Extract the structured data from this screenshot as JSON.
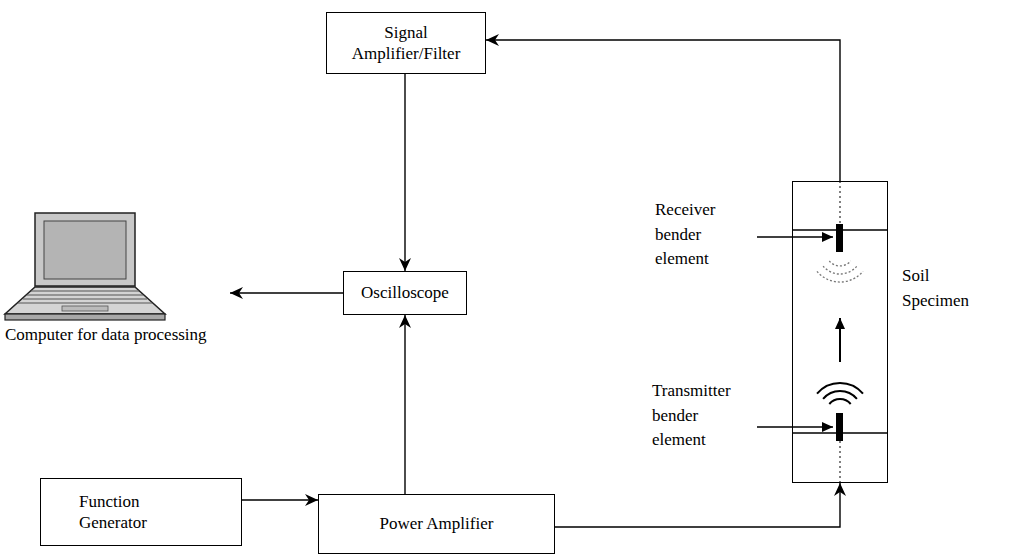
{
  "diagram": {
    "nodes": [
      {
        "text": [
          "Signal Amplifier/Filter"
        ]
      },
      {
        "text": [
          "Oscilloscope"
        ]
      },
      {
        "text": [
          "Computer for data processing"
        ]
      },
      {
        "text": [
          "Function Generator"
        ]
      },
      {
        "text": [
          "Power Amplifier"
        ]
      },
      {
        "text": [
          "Soil Specimen"
        ]
      }
    ],
    "edges": [
      {
        "from": 3,
        "to": 4,
        "arrow": "to"
      },
      {
        "from": 4,
        "to": 1,
        "arrow": "to"
      },
      {
        "from": 4,
        "to": 5,
        "arrow": "to"
      },
      {
        "from": 5,
        "to": 0,
        "arrow": "to"
      },
      {
        "from": 0,
        "to": 1,
        "arrow": "to"
      },
      {
        "from": 1,
        "to": 2,
        "arrow": "to"
      }
    ],
    "labels": [
      "Receiver bender element",
      "Transmitter bender element"
    ]
  }
}
